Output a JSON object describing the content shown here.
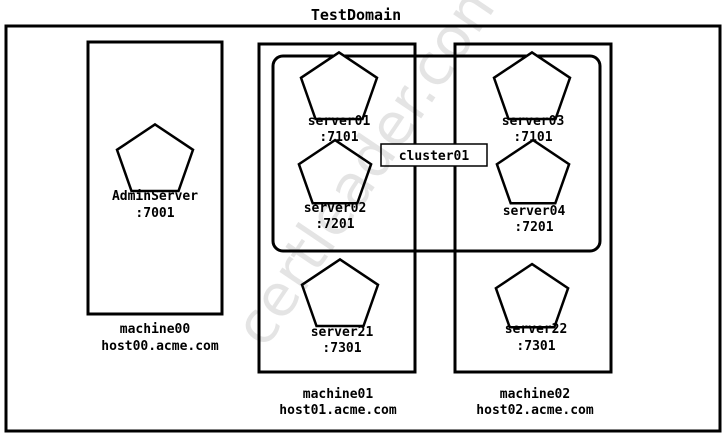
{
  "domain": {
    "title": "TestDomain",
    "machines": [
      {
        "id": "m0",
        "name": "machine00",
        "host": "host00.acme.com"
      },
      {
        "id": "m1",
        "name": "machine01",
        "host": "host01.acme.com"
      },
      {
        "id": "m2",
        "name": "machine02",
        "host": "host02.acme.com"
      }
    ],
    "servers": [
      {
        "id": "admin",
        "name": "AdminServer",
        "port": ":7001"
      },
      {
        "id": "s01",
        "name": "server01",
        "port": ":7101"
      },
      {
        "id": "s02",
        "name": "server02",
        "port": ":7201"
      },
      {
        "id": "s03",
        "name": "server03",
        "port": ":7101"
      },
      {
        "id": "s04",
        "name": "server04",
        "port": ":7201"
      },
      {
        "id": "s21",
        "name": "server21",
        "port": ":7301"
      },
      {
        "id": "s22",
        "name": "server22",
        "port": ":7301"
      }
    ],
    "cluster": {
      "name": "cluster01"
    }
  },
  "watermark": "certleader.com"
}
